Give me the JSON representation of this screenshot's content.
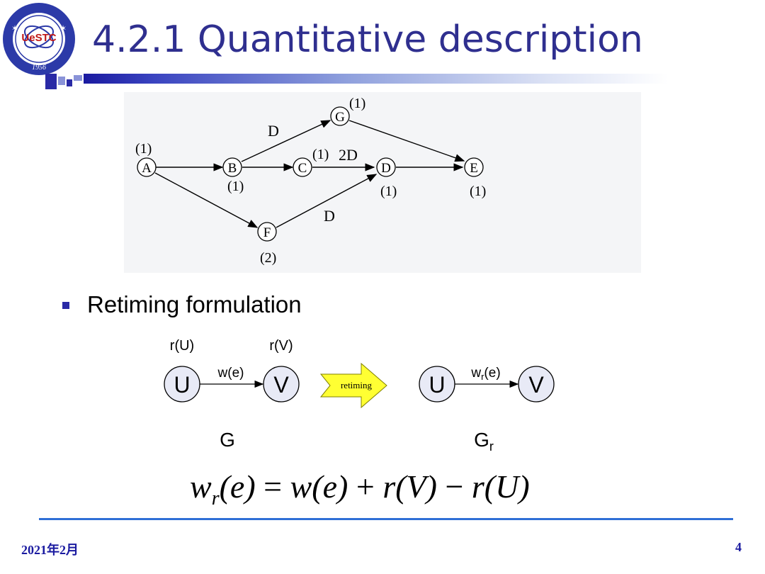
{
  "slide": {
    "title": "4.2.1 Quantitative description",
    "bullet": "Retiming formulation",
    "footer_date": "2021年2月",
    "page_number": "4"
  },
  "logo": {
    "center_text": "UeSTC",
    "year": "1956"
  },
  "graph1": {
    "nodes": [
      {
        "id": "A",
        "label": "A",
        "weight": "(1)"
      },
      {
        "id": "B",
        "label": "B",
        "weight": "(1)"
      },
      {
        "id": "C",
        "label": "C",
        "weight": "(1)"
      },
      {
        "id": "D",
        "label": "D",
        "weight": "(1)"
      },
      {
        "id": "E",
        "label": "E",
        "weight": "(1)"
      },
      {
        "id": "F",
        "label": "F",
        "weight": "(2)"
      },
      {
        "id": "G",
        "label": "G",
        "weight": "(1)"
      }
    ],
    "edges": [
      {
        "from": "A",
        "to": "B",
        "label": ""
      },
      {
        "from": "B",
        "to": "C",
        "label": ""
      },
      {
        "from": "C",
        "to": "D",
        "label": "2D"
      },
      {
        "from": "D",
        "to": "E",
        "label": ""
      },
      {
        "from": "B",
        "to": "G",
        "label": "D"
      },
      {
        "from": "G",
        "to": "E",
        "label": ""
      },
      {
        "from": "A",
        "to": "F",
        "label": ""
      },
      {
        "from": "F",
        "to": "D",
        "label": "D"
      }
    ]
  },
  "retiming": {
    "original": {
      "u": "U",
      "v": "V",
      "ru": "r(U)",
      "rv": "r(V)",
      "edge": "w(e)",
      "caption": "G"
    },
    "arrow_label": "retiming",
    "retimed": {
      "u": "U",
      "v": "V",
      "edge_main": "w",
      "edge_sub": "r",
      "edge_tail": "(e)",
      "caption_main": "G",
      "caption_sub": "r"
    }
  },
  "formula": {
    "lhs_w": "w",
    "lhs_sub": "r",
    "lhs_arg": "(e)",
    "eq": " = ",
    "t1": "w(e)",
    "plus": " + ",
    "t2": "r(V)",
    "minus": " − ",
    "t3": "r(U)"
  },
  "colors": {
    "title": "#2f2f8f",
    "accent": "#2a2aa6",
    "footer_line": "#2f6fd6",
    "node_fill": "#e8eaf6",
    "arrow_fill": "#ffff33"
  }
}
